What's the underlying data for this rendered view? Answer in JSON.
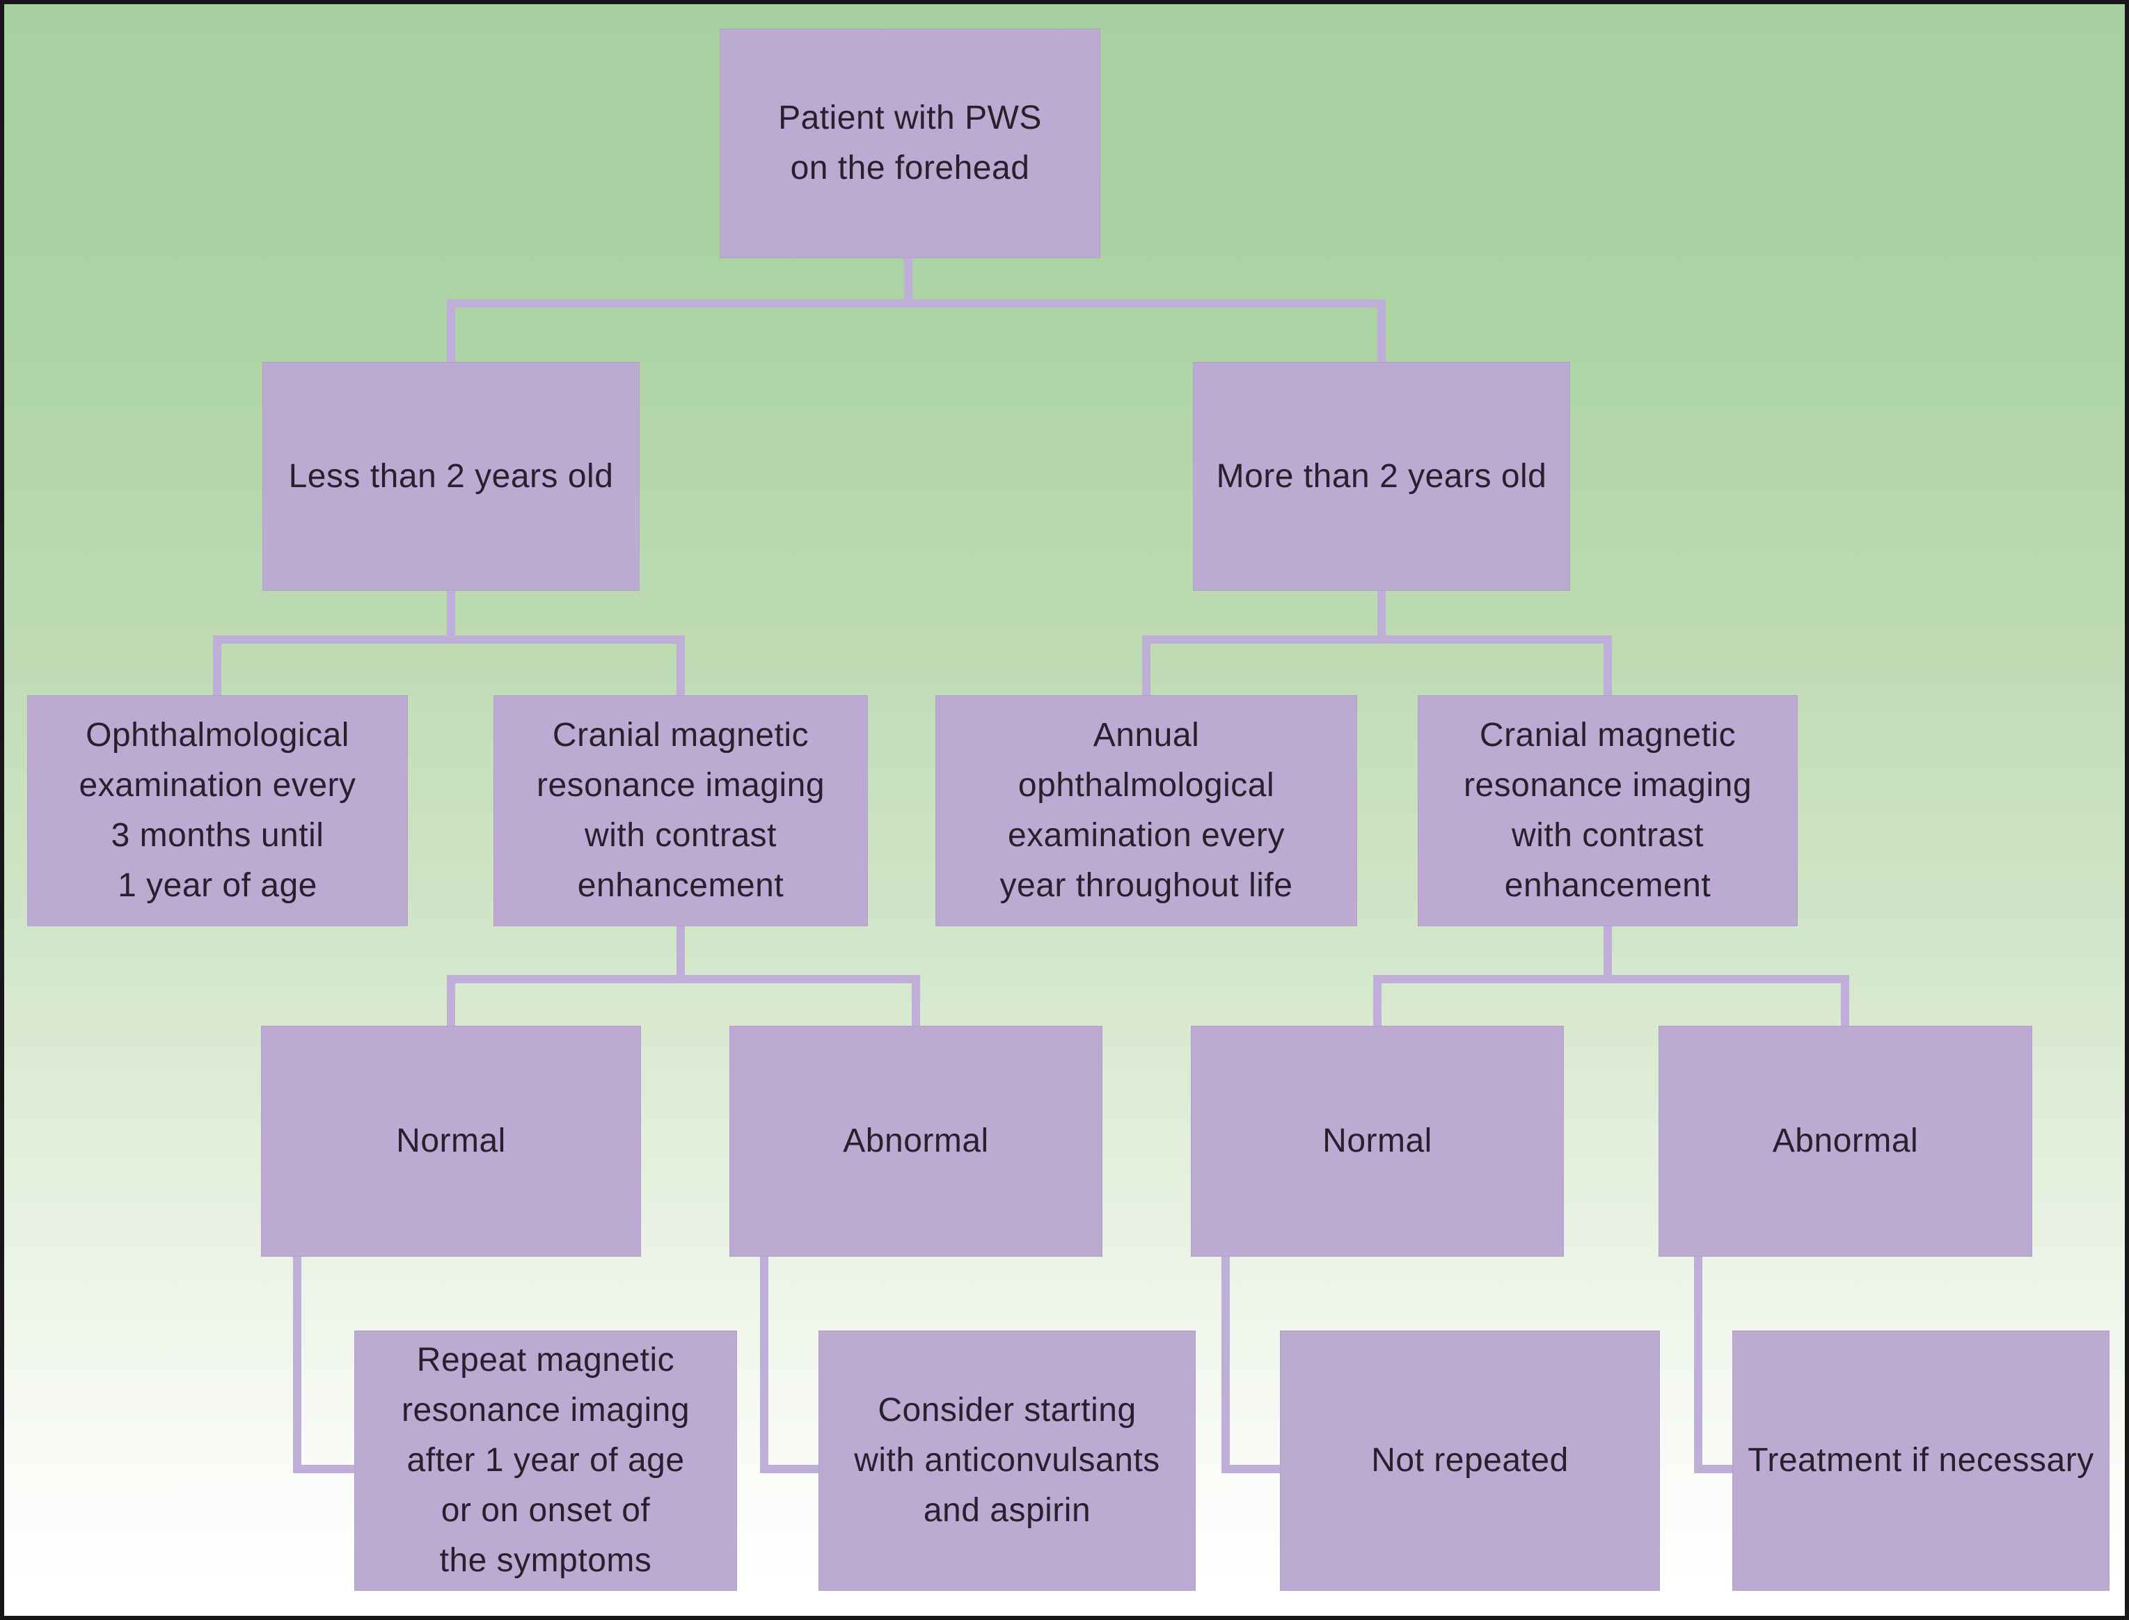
{
  "diagram": {
    "description": "Clinical decision flowchart",
    "nodes": {
      "root": {
        "label": "Patient with PWS\non the forehead"
      },
      "less_than_2": {
        "label": "Less than 2 years old"
      },
      "more_than_2": {
        "label": "More than 2 years old"
      },
      "ophthalmological_exam": {
        "label": "Ophthalmological\nexamination every\n3 months until\n1 year of age"
      },
      "cranial_mri_left": {
        "label": "Cranial magnetic\nresonance imaging\nwith contrast\nenhancement"
      },
      "annual_exam": {
        "label": "Annual\nophthalmological\nexamination every\nyear throughout life"
      },
      "cranial_mri_right": {
        "label": "Cranial magnetic\nresonance imaging\nwith contrast\nenhancement"
      },
      "normal_left": {
        "label": "Normal"
      },
      "abnormal_left": {
        "label": "Abnormal"
      },
      "normal_right": {
        "label": "Normal"
      },
      "abnormal_right": {
        "label": "Abnormal"
      },
      "repeat_mri": {
        "label": "Repeat magnetic\nresonance imaging\nafter 1 year of age\nor on onset of\nthe symptoms"
      },
      "consider_anticonvulsants": {
        "label": "Consider starting\nwith anticonvulsants\nand aspirin"
      },
      "not_repeated": {
        "label": "Not repeated"
      },
      "treatment_if_necessary": {
        "label": "Treatment if necessary"
      }
    },
    "colors": {
      "node_fill": "#bcaad2",
      "connector": "#bfaed7",
      "text": "#27212e",
      "background_top": "#a7d0a0",
      "background_bottom": "#ffffff",
      "frame": "#191619"
    }
  }
}
